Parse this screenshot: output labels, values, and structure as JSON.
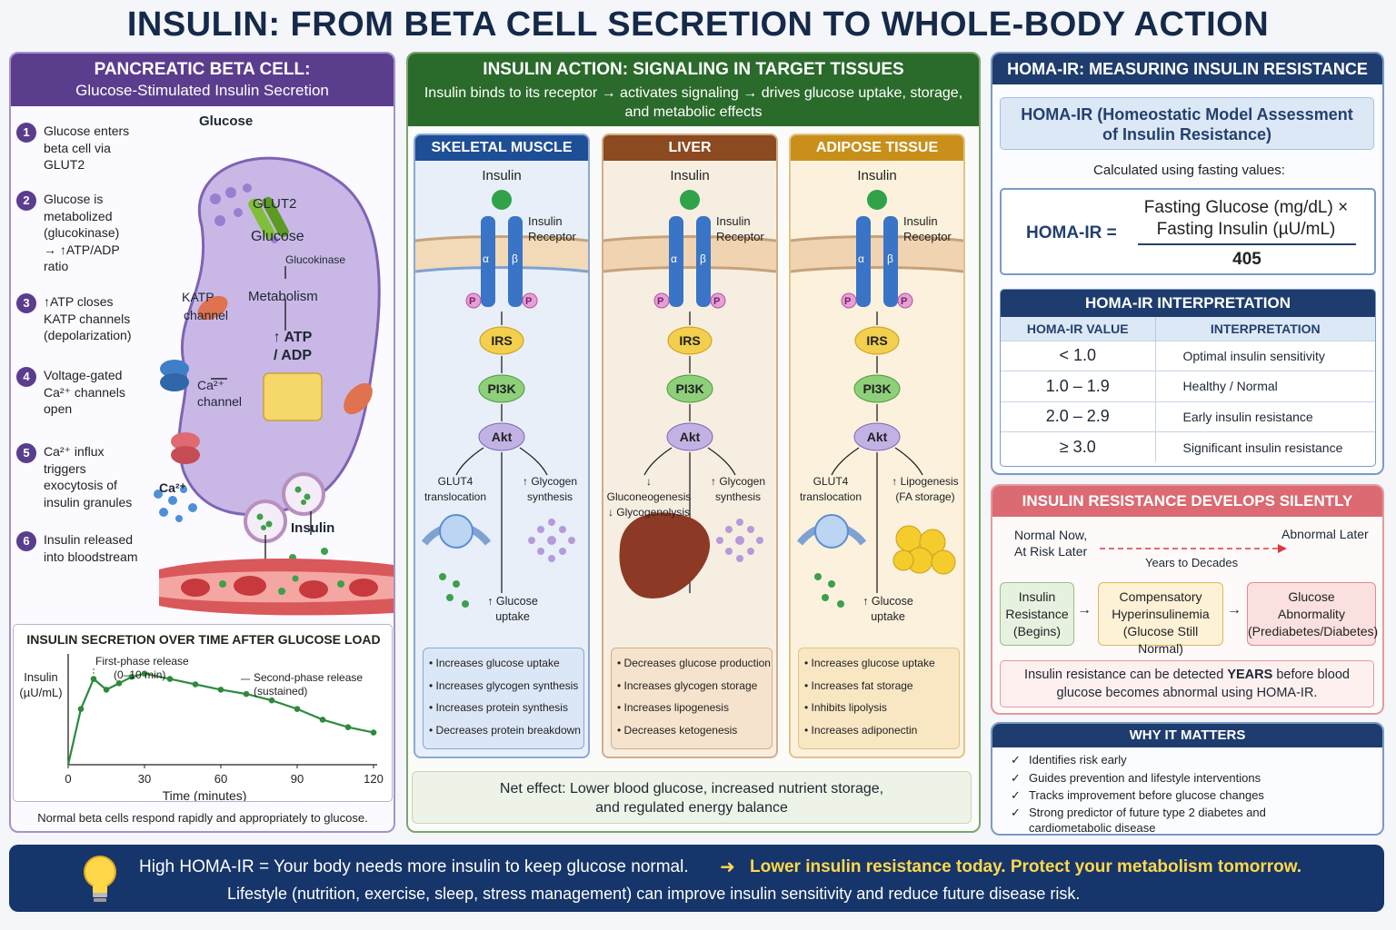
{
  "title": "INSULIN: FROM BETA CELL SECRETION TO WHOLE-BODY ACTION",
  "beta_cell": {
    "heading": "PANCREATIC BETA CELL:",
    "subheading": "Glucose-Stimulated Insulin Secretion",
    "steps": [
      {
        "n": "1",
        "text": "Glucose enters beta cell via GLUT2"
      },
      {
        "n": "2",
        "text": "Glucose is metabolized (glucokinase) → ↑ATP/ADP ratio"
      },
      {
        "n": "3",
        "text": "↑ATP closes KATP channels (depolarization)"
      },
      {
        "n": "4",
        "text": "Voltage-gated Ca²⁺ channels open"
      },
      {
        "n": "5",
        "text": "Ca²⁺ influx triggers exocytosis of insulin granules"
      },
      {
        "n": "6",
        "text": "Insulin released into bloodstream"
      }
    ],
    "labels": {
      "glucose_top": "Glucose",
      "glut2": "GLUT2",
      "glucose_inner": "Glucose",
      "glucokinase": "Glucokinase",
      "metabolism": "Metabolism",
      "atp_adp_line1": "↑ ATP",
      "atp_adp_line2": "/ ADP",
      "katp": "KATP",
      "katp_channel": "channel",
      "ca_channel_top": "Ca²⁺",
      "ca_channel_bottom": "channel",
      "ca_ion": "Ca²⁺",
      "insulin": "Insulin"
    },
    "chart_title": "INSULIN SECRETION OVER TIME AFTER GLUCOSE LOAD",
    "chart_note": "Normal beta cells respond rapidly and appropriately to glucose."
  },
  "chart_data": {
    "type": "line",
    "title": "INSULIN SECRETION OVER TIME AFTER GLUCOSE LOAD",
    "xlabel": "Time (minutes)",
    "ylabel_line1": "Insulin",
    "ylabel_line2": "(µU/mL)",
    "xlim": [
      0,
      120
    ],
    "xticks": [
      0,
      30,
      60,
      90,
      120
    ],
    "series": [
      {
        "x": [
          0,
          5,
          10,
          15,
          20,
          25,
          30,
          40,
          50,
          60,
          70,
          80,
          90,
          100,
          110,
          120
        ],
        "y": [
          0,
          52,
          80,
          70,
          76,
          82,
          85,
          80,
          75,
          70,
          66,
          60,
          52,
          42,
          35,
          30
        ]
      }
    ],
    "annotations": [
      {
        "line1": "First-phase release",
        "line2": "(0–10 min)"
      },
      {
        "line1": "Second-phase release",
        "line2": "(sustained)"
      }
    ]
  },
  "action": {
    "heading": "INSULIN ACTION: SIGNALING IN TARGET TISSUES",
    "subheading": "Insulin binds to its receptor → activates signaling → drives glucose uptake, storage, and metabolic effects",
    "common": {
      "insulin": "Insulin",
      "receptor_line1": "Insulin",
      "receptor_line2": "Receptor",
      "alpha": "α",
      "beta": "β",
      "p": "P",
      "irs": "IRS",
      "pi3k": "PI3K",
      "akt": "Akt"
    },
    "tissues": [
      {
        "name": "SKELETAL MUSCLE",
        "left_line1": "GLUT4",
        "left_line2": "translocation",
        "right_line1": "↑ Glycogen",
        "right_line2": "synthesis",
        "bottom_line1": "↑ Glucose",
        "bottom_line2": "uptake",
        "bullets": [
          "Increases glucose uptake",
          "Increases glycogen synthesis",
          "Increases protein synthesis",
          "Decreases protein breakdown"
        ]
      },
      {
        "name": "LIVER",
        "left_line1": "↓ Gluconeogenesis",
        "left_line2": "↓ Glycogenolysis",
        "right_line1": "↑ Glycogen",
        "right_line2": "synthesis",
        "bottom_line1": "",
        "bottom_line2": "",
        "bullets": [
          "Decreases glucose production",
          "Increases glycogen storage",
          "Increases lipogenesis",
          "Decreases ketogenesis"
        ]
      },
      {
        "name": "ADIPOSE TISSUE",
        "left_line1": "GLUT4",
        "left_line2": "translocation",
        "right_line1": "↑ Lipogenesis",
        "right_line2": "(FA storage)",
        "bottom_line1": "↑ Glucose",
        "bottom_line2": "uptake",
        "bullets": [
          "Increases glucose uptake",
          "Increases fat storage",
          "Inhibits lipolysis",
          "Increases adiponectin"
        ]
      }
    ],
    "net_effect_line1": "Net effect: Lower blood glucose, increased nutrient storage,",
    "net_effect_line2": "and regulated energy balance"
  },
  "homa": {
    "heading": "HOMA-IR: MEASURING INSULIN RESISTANCE",
    "definition_line1": "HOMA-IR (Homeostatic Model Assessment",
    "definition_line2": "of Insulin Resistance)",
    "calc_note": "Calculated using fasting values:",
    "formula_lhs": "HOMA-IR  =",
    "formula_num_line1": "Fasting Glucose (mg/dL) ×",
    "formula_num_line2": "Fasting Insulin (µU/mL)",
    "formula_den": "405",
    "interp_title": "HOMA-IR INTERPRETATION",
    "col_value": "HOMA-IR VALUE",
    "col_interp": "INTERPRETATION",
    "rows": [
      {
        "value": "< 1.0",
        "interp": "Optimal insulin sensitivity"
      },
      {
        "value": "1.0 – 1.9",
        "interp": "Healthy / Normal"
      },
      {
        "value": "2.0 – 2.9",
        "interp": "Early insulin resistance"
      },
      {
        "value": "≥ 3.0",
        "interp": "Significant insulin resistance"
      }
    ]
  },
  "silent": {
    "heading": "INSULIN RESISTANCE DEVELOPS SILENTLY",
    "left_line1": "Normal Now,",
    "left_line2": "At Risk Later",
    "right": "Abnormal Later",
    "span": "Years to Decades",
    "boxes": [
      {
        "line1": "Insulin",
        "line2": "Resistance",
        "line3": "(Begins)"
      },
      {
        "line1": "Compensatory",
        "line2": "Hyperinsulinemia",
        "line3": "(Glucose Still Normal)"
      },
      {
        "line1": "Glucose",
        "line2": "Abnormality",
        "line3": "(Prediabetes/Diabetes)"
      }
    ],
    "note_pre": "Insulin resistance can be detected ",
    "note_bold": "YEARS",
    "note_post": " before blood",
    "note_line2": "glucose becomes abnormal using HOMA-IR."
  },
  "why": {
    "heading": "WHY IT MATTERS",
    "items": [
      "Identifies risk early",
      "Guides prevention and lifestyle interventions",
      "Tracks improvement before glucose changes",
      "Strong predictor of future type 2 diabetes and",
      "cardiometabolic disease"
    ]
  },
  "footer": {
    "line1": "High HOMA-IR = Your body needs more insulin to keep glucose normal.",
    "arrow": "➜",
    "line1_highlight": "Lower insulin resistance today. Protect your metabolism tomorrow.",
    "line2": "Lifestyle (nutrition, exercise, sleep, stress management) can improve insulin sensitivity and  reduce future disease risk."
  },
  "colors": {
    "beta_header": "#5b3d8e",
    "action_header": "#2a6a2b",
    "muscle": "#1e4f96",
    "liver": "#8b4a1f",
    "adipose": "#c8901b",
    "homa_header": "#1e3d6e",
    "silent_header": "#db6a72",
    "footer_highlight": "#ffd84a"
  },
  "icons": [
    "lightbulb-icon",
    "checkmark-icon",
    "arrow-right-icon"
  ]
}
